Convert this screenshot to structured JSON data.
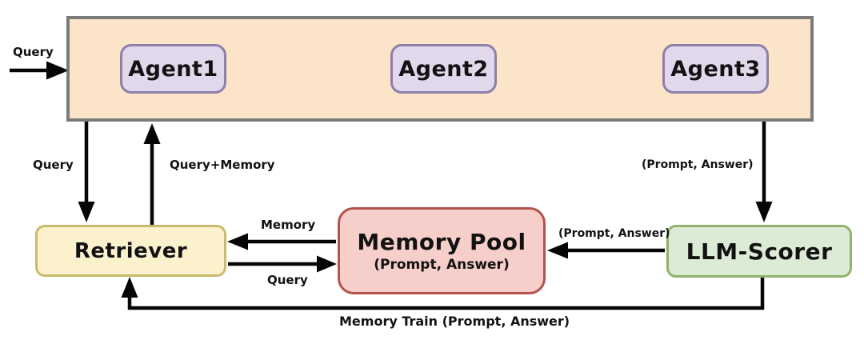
{
  "diagram": {
    "agents": [
      "Agent1",
      "Agent2",
      "Agent3"
    ],
    "nodes": {
      "retriever": {
        "label": "Retriever"
      },
      "memory_pool": {
        "title": "Memory Pool",
        "subtitle": "(Prompt, Answer)"
      },
      "llm_scorer": {
        "label": "LLM-Scorer"
      }
    },
    "edge_labels": {
      "query_in": "Query",
      "query_down": "Query",
      "query_memory_up": "Query+Memory",
      "prompt_answer_down": "(Prompt, Answer)",
      "memory_to_retriever": "Memory",
      "query_to_pool": "Query",
      "prompt_answer_to_pool": "(Prompt, Answer)",
      "memory_train": "Memory Train (Prompt, Answer)"
    },
    "colors": {
      "background": "#FFFFFF",
      "container_fill": "#FBE4C7",
      "container_border": "#7A7A7A",
      "agent_fill": "#E2D8EC",
      "agent_border": "#8D7FA8",
      "retriever_fill": "#FBF2CD",
      "retriever_border": "#CDB96B",
      "memory_pool_fill": "#F6CECA",
      "memory_pool_border": "#B5524D",
      "llm_scorer_fill": "#DCEBD5",
      "llm_scorer_border": "#8FB26C",
      "arrow": "#050505",
      "text": "#121212"
    }
  }
}
